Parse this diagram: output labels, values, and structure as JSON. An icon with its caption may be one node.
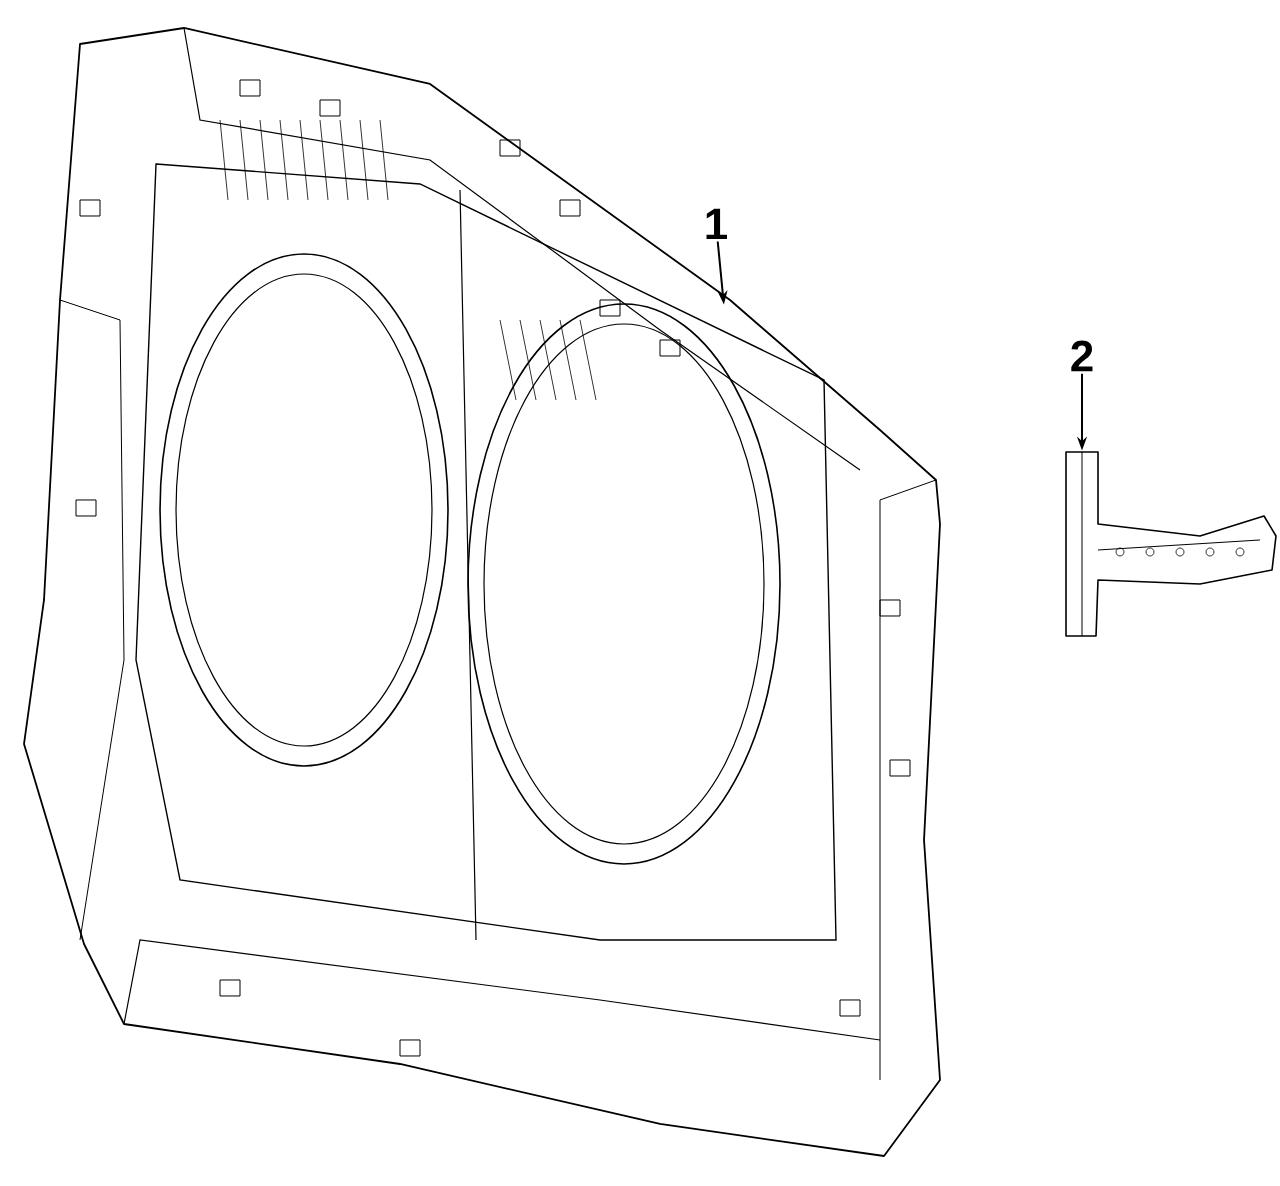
{
  "diagram": {
    "nodes": [
      {
        "text": [
          "1"
        ]
      },
      {
        "text": [],
        "shape": "picture"
      },
      {
        "text": [
          "2"
        ]
      },
      {
        "text": [],
        "shape": "picture"
      }
    ],
    "edges": [
      {
        "from": 0,
        "to": 1,
        "arrow": "to"
      },
      {
        "from": 2,
        "to": 3,
        "arrow": "to"
      }
    ]
  }
}
